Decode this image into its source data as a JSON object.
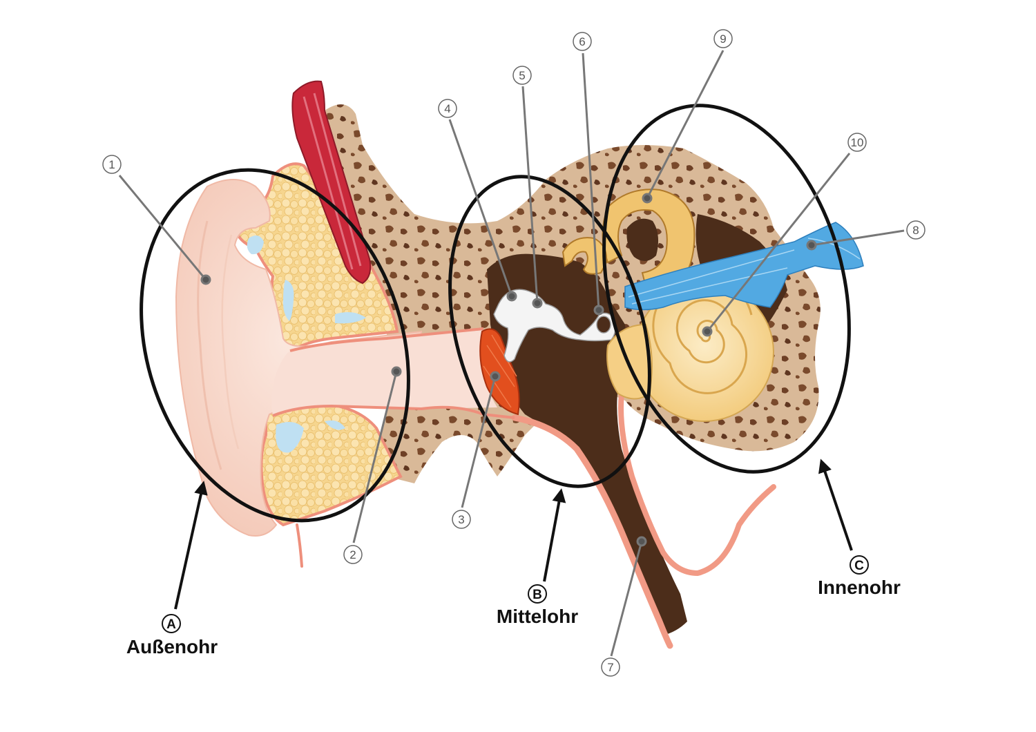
{
  "colors": {
    "skin": "#f8d9cc",
    "skin_light": "#fbe6dc",
    "canal_wall": "#ee8f7c",
    "fat": "#f6d58e",
    "fat_light": "#fbe4b0",
    "cartilage_blue": "#bfe0f2",
    "bone": "#d9b998",
    "bone_spot": "#7a4a2c",
    "cavity": "#4c2d1a",
    "ossicle": "#f4f4f4",
    "eardrum": "#e24f1e",
    "labyrinth": "#f0c46f",
    "cochlea": "#f9dfa2",
    "nerve": "#52a9e2",
    "muscle": "#c9283a",
    "tube_wall": "#f19a85",
    "outline": "#111111",
    "leader": "#777777"
  },
  "callouts": [
    {
      "id": "1",
      "label": "1"
    },
    {
      "id": "2",
      "label": "2"
    },
    {
      "id": "3",
      "label": "3"
    },
    {
      "id": "4",
      "label": "4"
    },
    {
      "id": "5",
      "label": "5"
    },
    {
      "id": "6",
      "label": "6"
    },
    {
      "id": "7",
      "label": "7"
    },
    {
      "id": "8",
      "label": "8"
    },
    {
      "id": "9",
      "label": "9"
    },
    {
      "id": "10",
      "label": "10"
    }
  ],
  "regions": [
    {
      "letter": "A",
      "name": "Außenohr"
    },
    {
      "letter": "B",
      "name": "Mittelohr"
    },
    {
      "letter": "C",
      "name": "Innenohr"
    }
  ]
}
